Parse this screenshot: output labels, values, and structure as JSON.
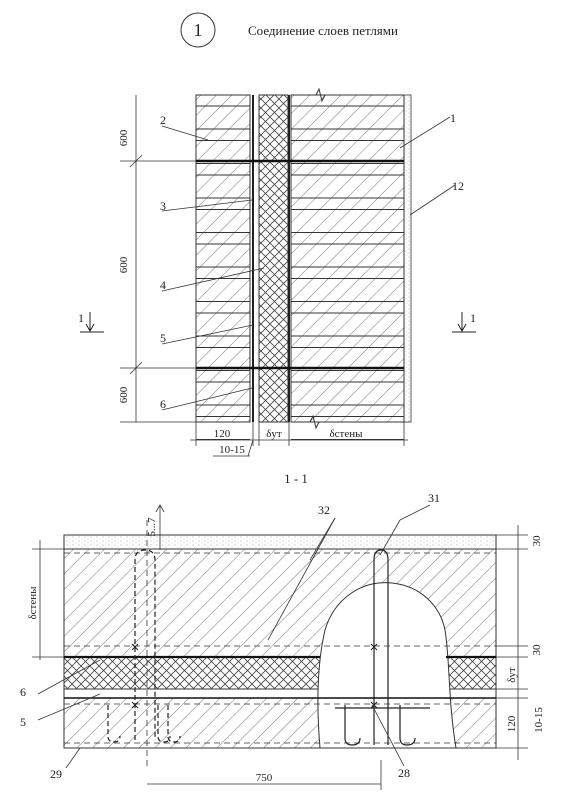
{
  "header": {
    "detail_number": "1",
    "title": "Соединение слоев петлями"
  },
  "section_label": "1 - 1",
  "elevation": {
    "dimensions_left": [
      "600",
      "600",
      "600"
    ],
    "dimensions_bottom": {
      "outer_leaf": "120",
      "insulation": "δут",
      "wall": "δстены",
      "gap": "10-15"
    },
    "callouts_left": [
      "2",
      "3",
      "4",
      "5",
      "6"
    ],
    "callouts_right": [
      "1",
      "12"
    ],
    "section_marks": [
      "1",
      "1"
    ]
  },
  "section": {
    "dimension_top": "5...7",
    "dimension_left": "δстены",
    "dimension_bottom": "750",
    "dimensions_right": [
      "30",
      "30",
      "δут",
      "120",
      "10-15"
    ],
    "callouts": [
      "32",
      "31",
      "6",
      "5",
      "29",
      "28"
    ]
  }
}
